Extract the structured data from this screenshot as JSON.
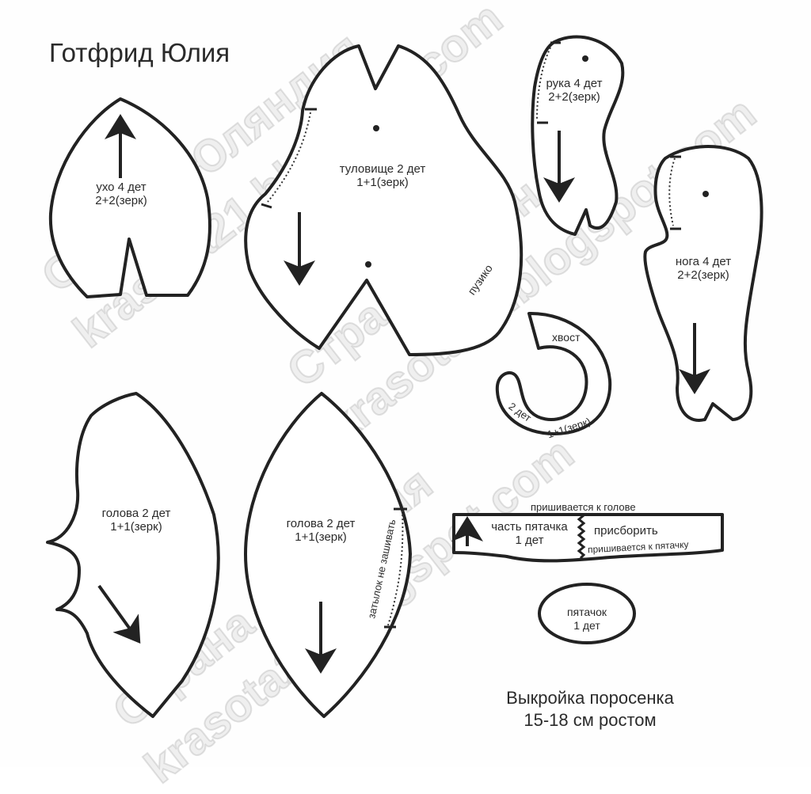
{
  "author": "Готфрид Юлия",
  "caption": {
    "line1": "Выкройка поросенка",
    "line2": "15-18 см ростом"
  },
  "watermark": {
    "text1": "Страна Юляндия",
    "text2": "krasota21.blogspot.com"
  },
  "pieces": {
    "ear": {
      "name": "ухо 4 дет",
      "count": "2+2(зерк)"
    },
    "body": {
      "name": "туловище 2 дет",
      "count": "1+1(зерк)",
      "note": "пузико"
    },
    "arm": {
      "name": "рука 4 дет",
      "count": "2+2(зерк)"
    },
    "leg": {
      "name": "нога 4 дет",
      "count": "2+2(зерк)"
    },
    "tail": {
      "name": "хвост",
      "parts": "2 дет",
      "count": "1+1(зерк)"
    },
    "head_side": {
      "name": "голова 2 дет",
      "count": "1+1(зерк)"
    },
    "head_center": {
      "name": "голова 2 дет",
      "count": "1+1(зерк)",
      "note": "затылок не зашивать"
    },
    "snout_band": {
      "top_note": "пришивается к голове",
      "name": "часть пятачка",
      "count": "1 дет",
      "gather": "присборить",
      "bottom_note": "пришивается к пятачку"
    },
    "snout": {
      "name": "пятачок",
      "count": "1 дет"
    }
  },
  "colors": {
    "line": "#222222",
    "watermark": "#b4b4b4",
    "paper": "#fefefe"
  }
}
